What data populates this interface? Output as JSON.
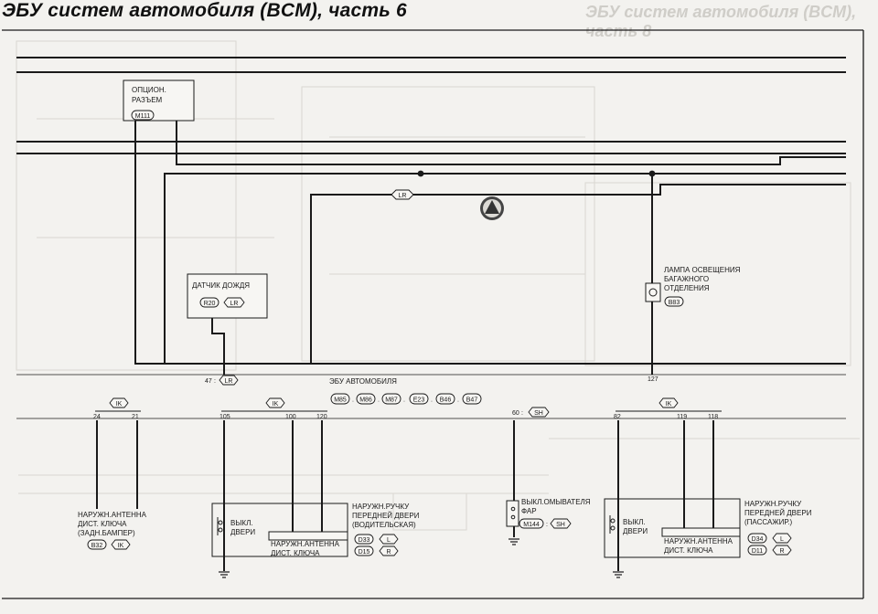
{
  "title": "ЭБУ систем автомобиля (BCM), часть 6",
  "ghost_title": "ЭБУ систем автомобиля (BCM), часть 8",
  "components": {
    "option_connector": {
      "label1": "ОПЦИОН.",
      "label2": "РАЗЪЕМ",
      "code": "M111"
    },
    "rain_sensor": {
      "label": "ДАТЧИК ДОЖДЯ",
      "code": "R20",
      "wire": "LR"
    },
    "trunk_lamp": {
      "label1": "ЛАМПА ОСВЕЩЕНИЯ",
      "label2": "БАГАЖНОГО",
      "label3": "ОТДЕЛЕНИЯ",
      "code": "B83"
    },
    "bcm": {
      "label": "ЭБУ АВТОМОБИЛЯ",
      "connectors": [
        "M85",
        "M86",
        "M87",
        "E23",
        "B46",
        "B47"
      ],
      "pin47": "47",
      "pin47_wire": "LR",
      "pin127": "127",
      "wire_lr_top": "LR"
    },
    "rear_antenna": {
      "label1": "НАРУЖН.АНТЕННА",
      "label2": "ДИСТ. КЛЮЧА",
      "label3": "(ЗАДН.БАМПЕР)",
      "code": "B32",
      "wire": "IK",
      "pin_a": "24",
      "pin_b": "21",
      "bus": "IK"
    },
    "driver_door": {
      "bus": "IK",
      "pin_a": "105",
      "pin_b": "100",
      "pin_c": "120",
      "switch1": "ВЫКЛ.",
      "switch2": "ДВЕРИ",
      "antenna1": "НАРУЖН.АНТЕННА",
      "antenna2": "ДИСТ. КЛЮЧА",
      "handle1": "НАРУЖН.РУЧКУ",
      "handle2": "ПЕРЕДНЕЙ ДВЕРИ",
      "handle3": "(ВОДИТЕЛЬСКАЯ)",
      "code1": "D33",
      "wire1": "L",
      "code2": "D15",
      "wire2": "R"
    },
    "headlamp_washer": {
      "pin": "60",
      "wire": "SH",
      "label1": "ВЫКЛ.ОМЫВАТЕЛЯ",
      "label2": "ФАР",
      "code": "M144",
      "code_wire": "SH"
    },
    "passenger_door": {
      "bus": "IK",
      "pin_a": "82",
      "pin_b": "119",
      "pin_c": "118",
      "switch1": "ВЫКЛ.",
      "switch2": "ДВЕРИ",
      "antenna1": "НАРУЖН.АНТЕННА",
      "antenna2": "ДИСТ. КЛЮЧА",
      "handle1": "НАРУЖН.РУЧКУ",
      "handle2": "ПЕРЕДНЕЙ ДВЕРИ",
      "handle3": "(ПАССАЖИР.)",
      "code1": "D34",
      "wire1": "L",
      "code2": "D11",
      "wire2": "R"
    }
  }
}
